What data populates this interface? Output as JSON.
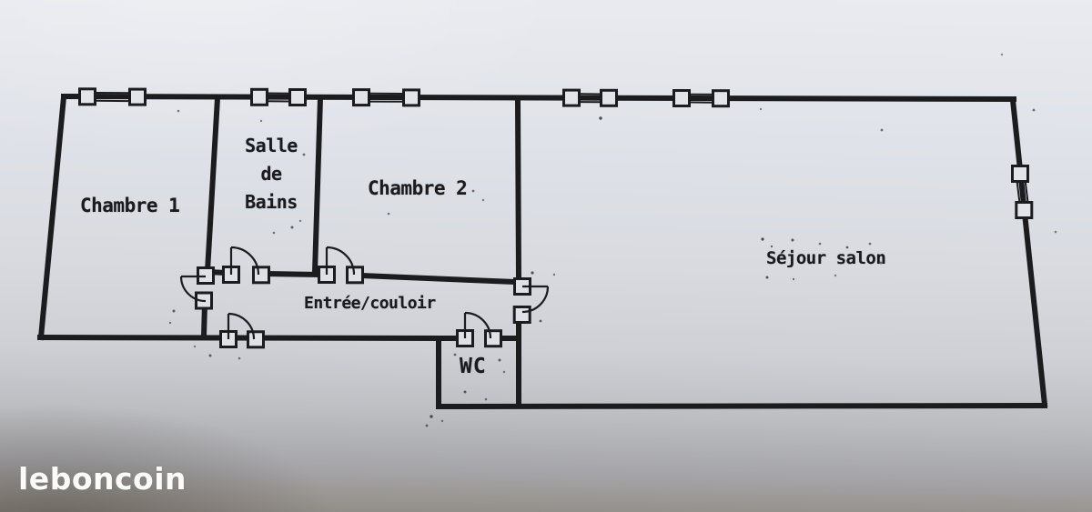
{
  "floorplan": {
    "rooms": [
      {
        "id": "chambre-1",
        "label": "Chambre 1"
      },
      {
        "id": "salle-de-bains",
        "label": "Salle de Bains",
        "lines": [
          "Salle",
          "de",
          "Bains"
        ]
      },
      {
        "id": "chambre-2",
        "label": "Chambre 2"
      },
      {
        "id": "sejour-salon",
        "label": "Séjour salon"
      },
      {
        "id": "entree-couloir",
        "label": "Entrée/couloir"
      },
      {
        "id": "wc",
        "label": "WC"
      }
    ],
    "features": {
      "doors": [
        "chambre-1",
        "salle-de-bains",
        "chambre-2",
        "sejour-salon",
        "wc",
        "entrance"
      ],
      "windows_top_wall": 5,
      "windows_right_wall": 1
    },
    "colors": {
      "ink": "#1c1c1e",
      "paper_light": "#e9ebf0",
      "paper_mid": "#d8dae0",
      "paper_dark": "#8e8a85"
    }
  },
  "watermark": {
    "label": "leboncoin",
    "color": "#ffffff"
  }
}
